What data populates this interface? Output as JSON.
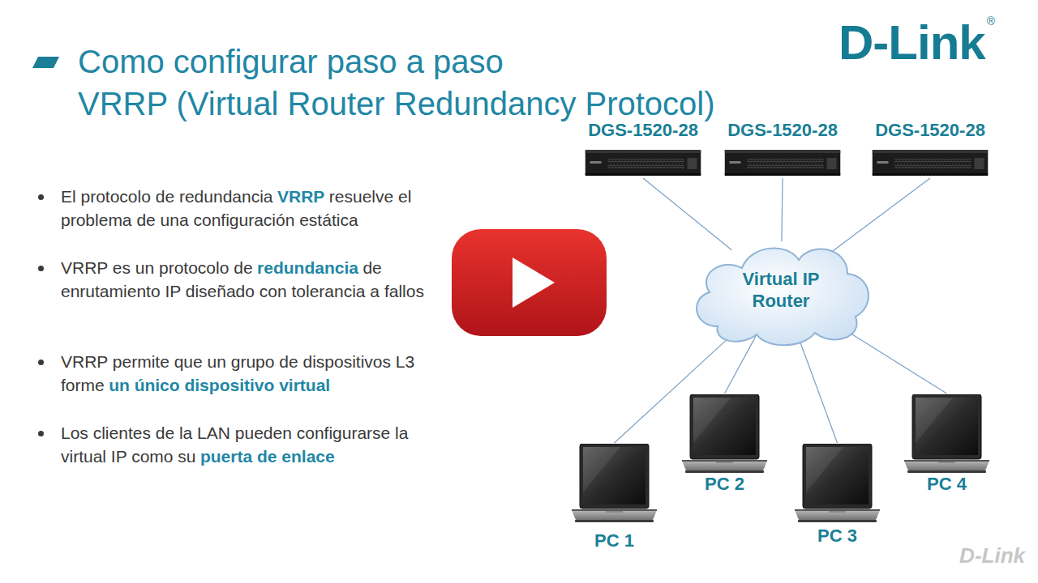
{
  "diagram": {
    "title": "Como configurar paso a paso VRRP (Virtual Router Redundancy Protocol)",
    "nodes": [
      {
        "text": [
          "DGS-1520-28"
        ]
      },
      {
        "text": [
          "DGS-1520-28"
        ]
      },
      {
        "text": [
          "DGS-1520-28"
        ]
      },
      {
        "text": [
          "Virtual IP Router"
        ]
      },
      {
        "text": [
          "PC 1"
        ]
      },
      {
        "text": [
          "PC 2"
        ]
      },
      {
        "text": [
          "PC 3"
        ]
      },
      {
        "text": [
          "PC 4"
        ]
      }
    ],
    "edges": [
      {
        "from": 0,
        "to": 3,
        "arrow": "none"
      },
      {
        "from": 1,
        "to": 3,
        "arrow": "none"
      },
      {
        "from": 2,
        "to": 3,
        "arrow": "none"
      },
      {
        "from": 3,
        "to": 4,
        "arrow": "none"
      },
      {
        "from": 3,
        "to": 5,
        "arrow": "none"
      },
      {
        "from": 3,
        "to": 6,
        "arrow": "none"
      },
      {
        "from": 3,
        "to": 7,
        "arrow": "none"
      }
    ],
    "labels": [
      "D-Link",
      "®",
      "El protocolo de redundancia",
      "VRRP",
      "resuelve el problema de una configuración estática",
      "VRRP es un protocolo de",
      "redundancia",
      "de enrutamiento IP diseñado con tolerancia a fallos",
      "VRRP permite que un grupo de dispositivos L3 forme",
      "un único dispositivo virtual",
      "Los clientes de la LAN pueden configurarse la virtual IP como su",
      "puerta de enlace",
      "D-Link"
    ]
  }
}
